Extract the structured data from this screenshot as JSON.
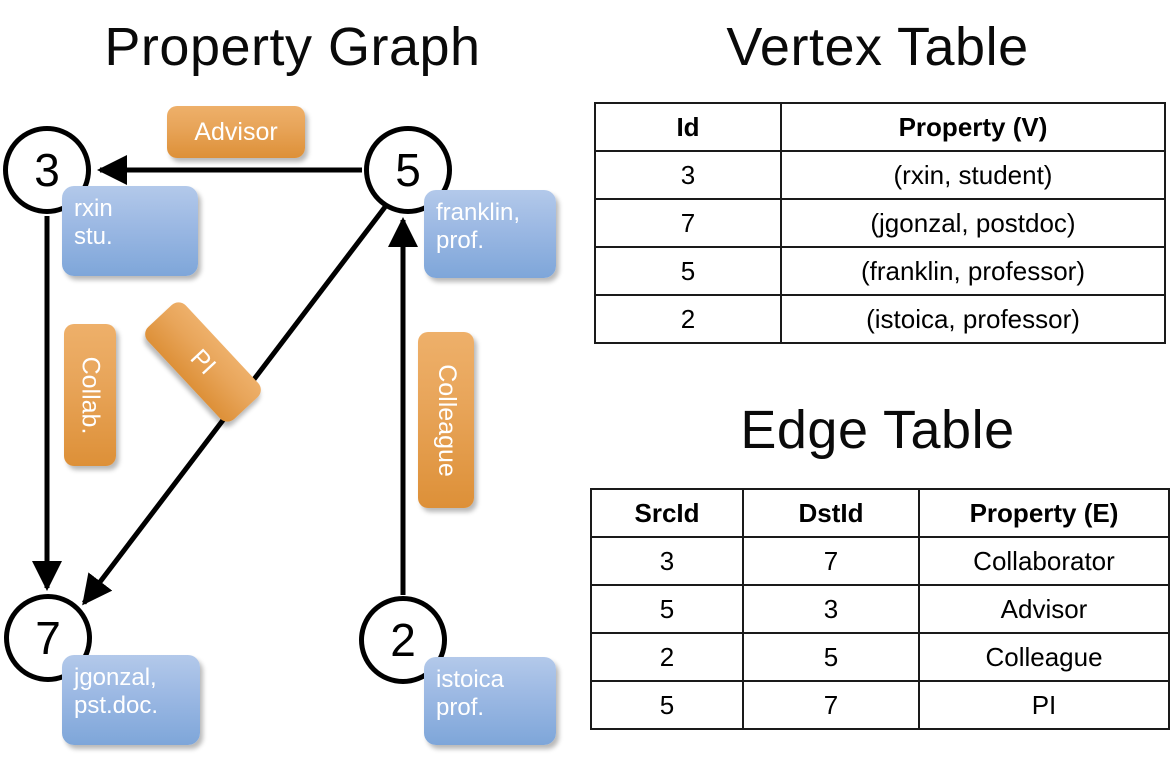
{
  "titles": {
    "graph": "Property Graph",
    "vertex_table": "Vertex Table",
    "edge_table": "Edge Table"
  },
  "graph": {
    "nodes": [
      {
        "id": "3",
        "property": "rxin\nstu."
      },
      {
        "id": "5",
        "property": "franklin,\nprof."
      },
      {
        "id": "7",
        "property": "jgonzal,\npst.doc."
      },
      {
        "id": "2",
        "property": "istoica\nprof."
      }
    ],
    "node_labels": {
      "n3": "3",
      "n5": "5",
      "n7": "7",
      "n2": "2"
    },
    "property_boxes": {
      "rxin_line1": "rxin",
      "rxin_line2": "stu.",
      "franklin_line1": "franklin,",
      "franklin_line2": "prof.",
      "jgonzal_line1": "jgonzal,",
      "jgonzal_line2": "pst.doc.",
      "istoica_line1": "istoica",
      "istoica_line2": "prof."
    },
    "edge_labels": {
      "advisor": "Advisor",
      "collab": "Collab.",
      "pi": "PI",
      "colleague": "Colleague"
    }
  },
  "vertex_table": {
    "headers": [
      "Id",
      "Property (V)"
    ],
    "rows": [
      {
        "id": "3",
        "property": "(rxin, student)"
      },
      {
        "id": "7",
        "property": "(jgonzal, postdoc)"
      },
      {
        "id": "5",
        "property": "(franklin, professor)"
      },
      {
        "id": "2",
        "property": "(istoica, professor)"
      }
    ]
  },
  "edge_table": {
    "headers": [
      "SrcId",
      "DstId",
      "Property (E)"
    ],
    "rows": [
      {
        "src": "3",
        "dst": "7",
        "property": "Collaborator"
      },
      {
        "src": "5",
        "dst": "3",
        "property": "Advisor"
      },
      {
        "src": "2",
        "dst": "5",
        "property": "Colleague"
      },
      {
        "src": "5",
        "dst": "7",
        "property": "PI"
      }
    ]
  },
  "colors": {
    "vertex_shade": "#cfdcee",
    "edge_shade": "#f8dfc3",
    "node_box_blue": "#9bb8e3",
    "edge_label_orange": "#e8a55a",
    "stroke": "#000000",
    "background": "#ffffff"
  }
}
